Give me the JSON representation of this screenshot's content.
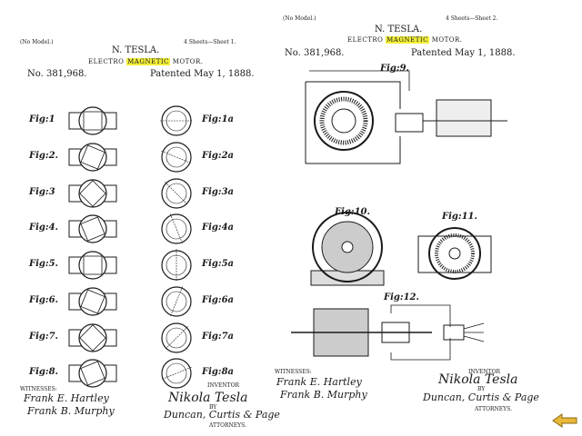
{
  "left_sheet": {
    "model": "(No Model.)",
    "sheets": "4 Sheets—Sheet 1.",
    "inventor_name": "N. TESLA.",
    "title_prefix": "ELECTRO",
    "title_highlight": "MAGNETIC",
    "title_suffix": "MOTOR.",
    "number": "No. 381,968.",
    "patented": "Patented May 1, 1888.",
    "left_figs": [
      "Fig:1",
      "Fig:2.",
      "Fig:3",
      "Fig:4.",
      "Fig:5.",
      "Fig:6.",
      "Fig:7.",
      "Fig:8."
    ],
    "right_figs": [
      "Fig:1a",
      "Fig:2a",
      "Fig:3a",
      "Fig:4a",
      "Fig:5a",
      "Fig:6a",
      "Fig:7a",
      "Fig:8a"
    ],
    "witnesses_label": "WITNESSES:",
    "inventor_label": "INVENTOR",
    "witness_1": "Frank E. Hartley",
    "witness_2": "Frank B. Murphy",
    "signature": "Nikola Tesla",
    "by": "BY",
    "attorneys": "Duncan, Curtis & Page",
    "attorneys_label": "ATTORNEYS."
  },
  "right_sheet": {
    "model": "(No Model.)",
    "sheets": "4 Sheets—Sheet 2.",
    "inventor_name": "N. TESLA.",
    "title_prefix": "ELECTRO",
    "title_highlight": "MAGNETIC",
    "title_suffix": "MOTOR.",
    "number": "No. 381,968.",
    "patented": "Patented May 1, 1888.",
    "figs": [
      "Fig:9.",
      "Fig:10.",
      "Fig:11.",
      "Fig:12."
    ],
    "witnesses_label": "WITNESSES:",
    "inventor_label": "INVENTOR",
    "witness_1": "Frank E. Hartley",
    "witness_2": "Frank B. Murphy",
    "signature": "Nikola Tesla",
    "by": "BY",
    "attorneys": "Duncan, Curtis & Page",
    "attorneys_label": "ATTORNEYS."
  },
  "nav": {
    "icon": "back-arrow-icon",
    "color": "#e8b83a"
  },
  "colors": {
    "highlight": "#f2ef3a",
    "ink": "#1a1a1a"
  }
}
